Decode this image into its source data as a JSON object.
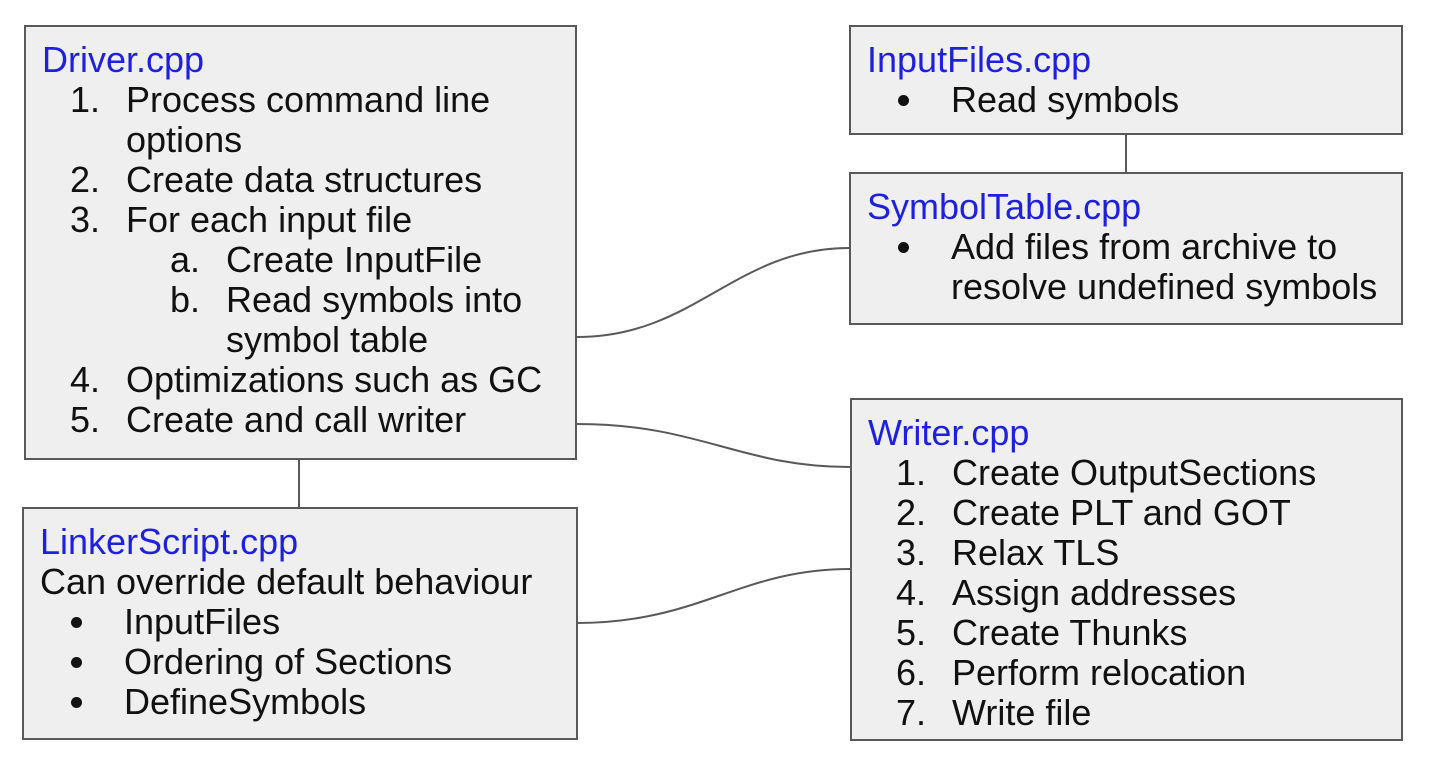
{
  "diagram": {
    "colors": {
      "box_fill": "#efefef",
      "box_border": "#595959",
      "title_blue": "#1f1fe0",
      "text_black": "#111111",
      "connector": "#595959"
    },
    "boxes": {
      "driver": {
        "title": "Driver.cpp",
        "items": [
          {
            "marker": "1.",
            "text": "Process command line options",
            "level": 1
          },
          {
            "marker": "2.",
            "text": "Create data structures",
            "level": 1
          },
          {
            "marker": "3.",
            "text": "For each input file",
            "level": 1
          },
          {
            "marker": "a.",
            "text": "Create InputFile",
            "level": 2
          },
          {
            "marker": "b.",
            "text": "Read symbols into symbol table",
            "level": 2
          },
          {
            "marker": "4.",
            "text": "Optimizations such as GC",
            "level": 1
          },
          {
            "marker": "5.",
            "text": "Create and call writer",
            "level": 1
          }
        ]
      },
      "inputFiles": {
        "title": "InputFiles.cpp",
        "items": [
          {
            "marker": "bullet",
            "text": "Read symbols",
            "level": 1
          }
        ]
      },
      "symbolTable": {
        "title": "SymbolTable.cpp",
        "items": [
          {
            "marker": "bullet",
            "text": "Add files from archive to resolve undefined symbols",
            "level": 1
          }
        ]
      },
      "writer": {
        "title": "Writer.cpp",
        "items": [
          {
            "marker": "1.",
            "text": "Create OutputSections",
            "level": 1
          },
          {
            "marker": "2.",
            "text": "Create PLT and GOT",
            "level": 1
          },
          {
            "marker": "3.",
            "text": "Relax TLS",
            "level": 1
          },
          {
            "marker": "4.",
            "text": "Assign addresses",
            "level": 1
          },
          {
            "marker": "5.",
            "text": "Create Thunks",
            "level": 1
          },
          {
            "marker": "6.",
            "text": "Perform relocation",
            "level": 1
          },
          {
            "marker": "7.",
            "text": "Write file",
            "level": 1
          }
        ]
      },
      "linkerScript": {
        "title": "LinkerScript.cpp",
        "subtitle": "Can override default behaviour",
        "items": [
          {
            "marker": "bullet",
            "text": "InputFiles",
            "level": 1
          },
          {
            "marker": "bullet",
            "text": "Ordering of Sections",
            "level": 1
          },
          {
            "marker": "bullet",
            "text": "DefineSymbols",
            "level": 1
          }
        ]
      }
    },
    "connectors": [
      {
        "from": "driver",
        "to": "linker-script",
        "style": "straight"
      },
      {
        "from": "input-files",
        "to": "symbol-table",
        "style": "straight"
      },
      {
        "from": "driver",
        "to": "symbol-table",
        "style": "curved"
      },
      {
        "from": "driver",
        "to": "writer",
        "style": "curved"
      },
      {
        "from": "linker-script",
        "to": "writer",
        "style": "curved"
      }
    ]
  }
}
